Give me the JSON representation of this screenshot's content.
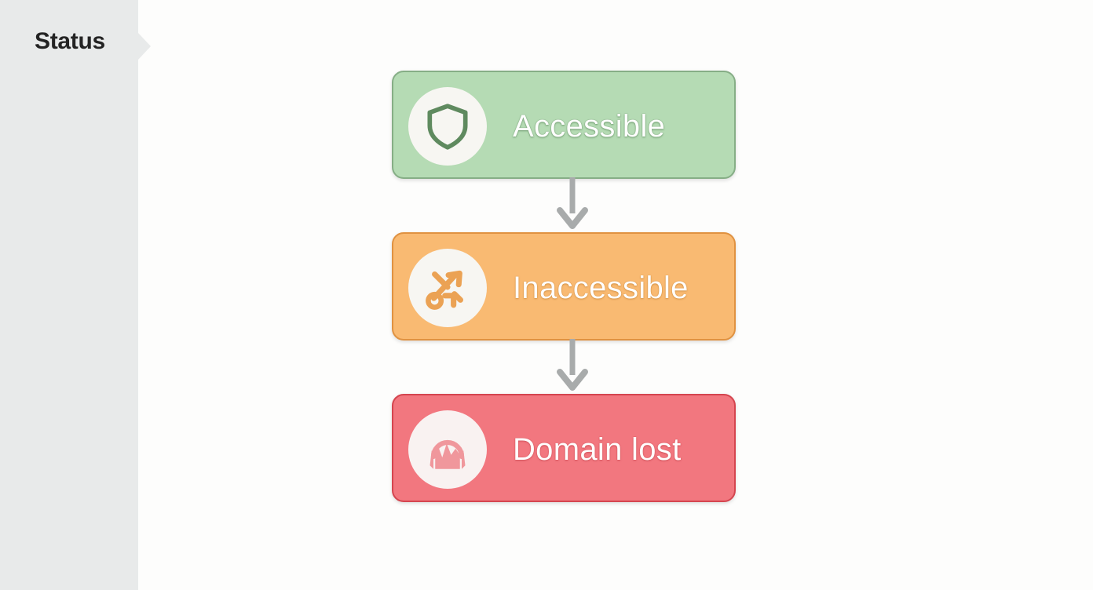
{
  "sidebar": {
    "title": "Status",
    "background": "#e8eaea",
    "chevron_icon": "chevron-right-tab"
  },
  "canvas": {
    "background": "#fdfdfc"
  },
  "flow": {
    "type": "vertical-flowchart",
    "connector_color": "#a8abab",
    "nodes": [
      {
        "id": "accessible",
        "label": "Accessible",
        "icon": "shield-icon",
        "fill": "#b5dbb4",
        "border": "#86ae86",
        "icon_color": "#5f8a5f",
        "icon_bg": "#f7f6f2"
      },
      {
        "id": "inaccessible",
        "label": "Inaccessible",
        "icon": "broken-route-arrow-icon",
        "fill": "#f9ba72",
        "border": "#e09241",
        "icon_color": "#eba254",
        "icon_bg": "#f7f6f2"
      },
      {
        "id": "domain-lost",
        "label": "Domain lost",
        "icon": "broken-shield-icon",
        "fill": "#f2777f",
        "border": "#d5454f",
        "icon_color": "#f0979c",
        "icon_bg": "#f9f2f1"
      }
    ],
    "connectors": [
      {
        "from": "accessible",
        "to": "inaccessible",
        "style": "arrow-down"
      },
      {
        "from": "inaccessible",
        "to": "domain-lost",
        "style": "arrow-down"
      }
    ]
  }
}
